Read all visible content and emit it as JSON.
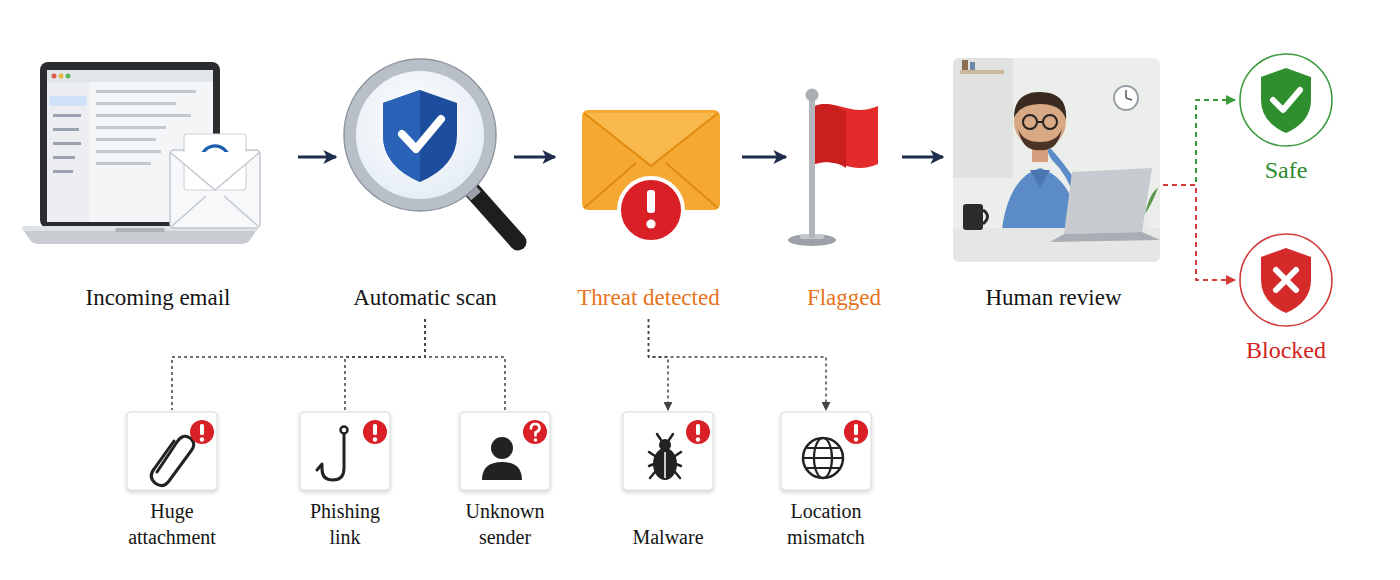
{
  "diagram": {
    "nodes": [
      {
        "text": [
          "Incoming email"
        ]
      },
      {
        "text": [
          "Automatic scan"
        ]
      },
      {
        "text": [
          "Threat detected"
        ]
      },
      {
        "text": [
          "Flagged"
        ]
      },
      {
        "text": [
          "Human review"
        ]
      },
      {
        "text": [
          "Safe"
        ]
      },
      {
        "text": [
          "Blocked"
        ]
      },
      {
        "text": [
          "Huge attachment"
        ]
      },
      {
        "text": [
          "Phishing link"
        ]
      },
      {
        "text": [
          "Unknown sender"
        ]
      },
      {
        "text": [
          "Malware"
        ]
      },
      {
        "text": [
          "Location mismatch"
        ]
      }
    ],
    "edges": [
      {
        "from": 0,
        "to": 1,
        "arrow": "to"
      },
      {
        "from": 1,
        "to": 2,
        "arrow": "to"
      },
      {
        "from": 2,
        "to": 3,
        "arrow": "to"
      },
      {
        "from": 3,
        "to": 4,
        "arrow": "to"
      },
      {
        "from": 4,
        "to": 5,
        "arrow": "to"
      },
      {
        "from": 4,
        "to": 6,
        "arrow": "to"
      },
      {
        "from": 1,
        "to": 7,
        "arrow": "none"
      },
      {
        "from": 1,
        "to": 8,
        "arrow": "none"
      },
      {
        "from": 1,
        "to": 9,
        "arrow": "none"
      },
      {
        "from": 2,
        "to": 10,
        "arrow": "to"
      },
      {
        "from": 2,
        "to": 11,
        "arrow": "to"
      }
    ]
  }
}
